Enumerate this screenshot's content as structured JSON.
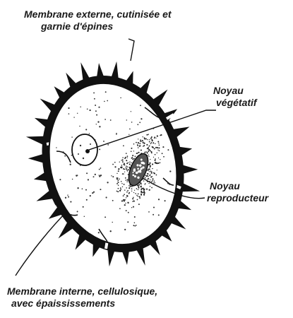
{
  "labels": {
    "outer_membrane": {
      "line1": "Membrane externe, cutinisée et",
      "line2": "garnie d'épines"
    },
    "vegetative_nucleus": {
      "line1": "Noyau",
      "line2": "végétatif"
    },
    "reproductive_nucleus": {
      "line1": "Noyau",
      "line2": "reproducteur"
    },
    "inner_membrane": {
      "line1": "Membrane interne, cellulosique,",
      "line2": "avec épaississements"
    }
  }
}
